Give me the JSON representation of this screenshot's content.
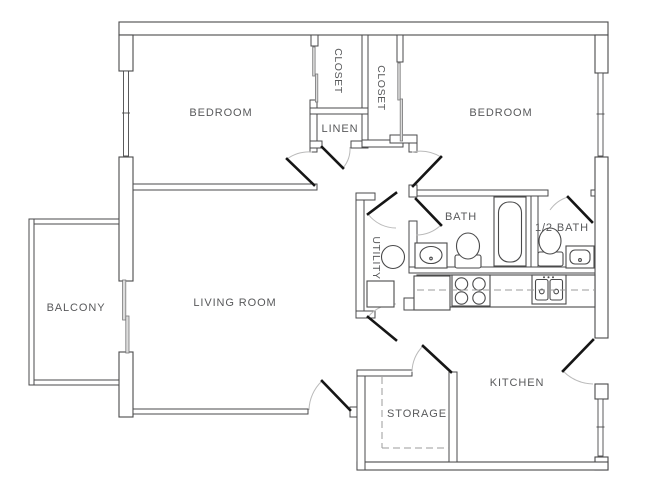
{
  "page": {
    "title": "Two Bedroom Apartment Floor Plan",
    "background": "#ffffff"
  },
  "colors": {
    "wall_line": "#4a4a4b",
    "label_text": "#58595b",
    "door_leaf": "#161616",
    "swing_arc": "#bababa",
    "dashed_line": "#9b9b9b",
    "slider_panel": "#dcdcdc"
  },
  "rooms": {
    "bedroom_left": {
      "label": "BEDROOM"
    },
    "bedroom_right": {
      "label": "BEDROOM"
    },
    "closet_left": {
      "label": "CLOSET"
    },
    "closet_right": {
      "label": "CLOSET"
    },
    "linen": {
      "label": "LINEN"
    },
    "bath": {
      "label": "BATH"
    },
    "half_bath": {
      "label": "1/2 BATH"
    },
    "utility": {
      "label": "UTILITY"
    },
    "living_room": {
      "label": "LIVING ROOM"
    },
    "balcony": {
      "label": "BALCONY"
    },
    "kitchen": {
      "label": "KITCHEN"
    },
    "storage": {
      "label": "STORAGE"
    }
  },
  "fixtures": [
    "bathtub",
    "toilet",
    "sink",
    "washer",
    "range-burners",
    "double-kitchen-sink",
    "refrigerator",
    "counter"
  ]
}
